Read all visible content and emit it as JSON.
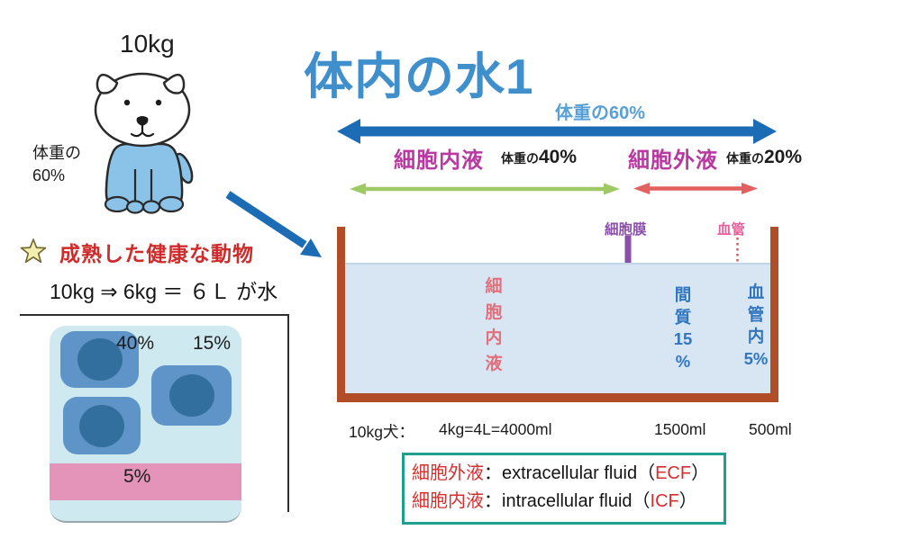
{
  "title": "体内の水1",
  "dog": {
    "weight": "10kg",
    "body_water_label": "体重の\n60%"
  },
  "top_arrows": {
    "total_label": "体重の60%",
    "icf_label": "細胞内液",
    "icf_pct_prefix": "体重の",
    "icf_pct": "40%",
    "ecf_label": "細胞外液",
    "ecf_pct_prefix": "体重の",
    "ecf_pct": "20%"
  },
  "note": {
    "text": "成熟した健康な動物",
    "formula": "10kg ⇒ 6kg ＝ ６Ｌ が水"
  },
  "cell_diagram": {
    "icf_pct": "40%",
    "interstitial_pct": "15%",
    "plasma_pct": "5%"
  },
  "tank": {
    "membrane_label": "細胞膜",
    "vessel_label": "血管",
    "icf_text": "細\n胞\n内\n液",
    "interstitial_text": "間\n質\n15\n%",
    "plasma_text": "血\n管\n内\n5%",
    "row_label": "10kg犬：",
    "icf_volume": "4kg=4L=4000ml",
    "interstitial_volume": "1500ml",
    "plasma_volume": "500ml"
  },
  "legend": {
    "items": [
      {
        "jp": "細胞外液",
        "sep": "：",
        "en": "extracellular fluid",
        "open": "（",
        "abbr": "ECF",
        "close": "）"
      },
      {
        "jp": "細胞内液",
        "sep": "：",
        "en": "intracellular fluid",
        "open": "（",
        "abbr": "ICF",
        "close": "）"
      }
    ]
  },
  "colors": {
    "title_blue": "#3f8fcc",
    "arrow_blue": "#1b6cb5",
    "total_label_blue": "#58a0d6",
    "magenta_label": "#b83aa0",
    "green_arrow": "#9fc964",
    "red_arrow": "#e2615f",
    "tank_brown": "#b14e28",
    "water_blue": "#d8e6f3",
    "membrane_purple": "#8a4fa8",
    "vessel_pink": "#e8609f",
    "vessel_line_red": "#e25555",
    "icf_text_red": "#e0707c",
    "tank_text_blue": "#3076be",
    "note_red": "#cf2b2b",
    "legend_border_green": "#1fa08e",
    "legend_red": "#d42f2f",
    "cell_fill_blue": "#5e94c8",
    "nucleus_blue": "#336f9e",
    "cytosol_bg": "#cfe9f1",
    "plasma_band_pink": "#e493b9",
    "dog_body_blue": "#8ac2e8",
    "star_yellow": "#f3edae"
  }
}
